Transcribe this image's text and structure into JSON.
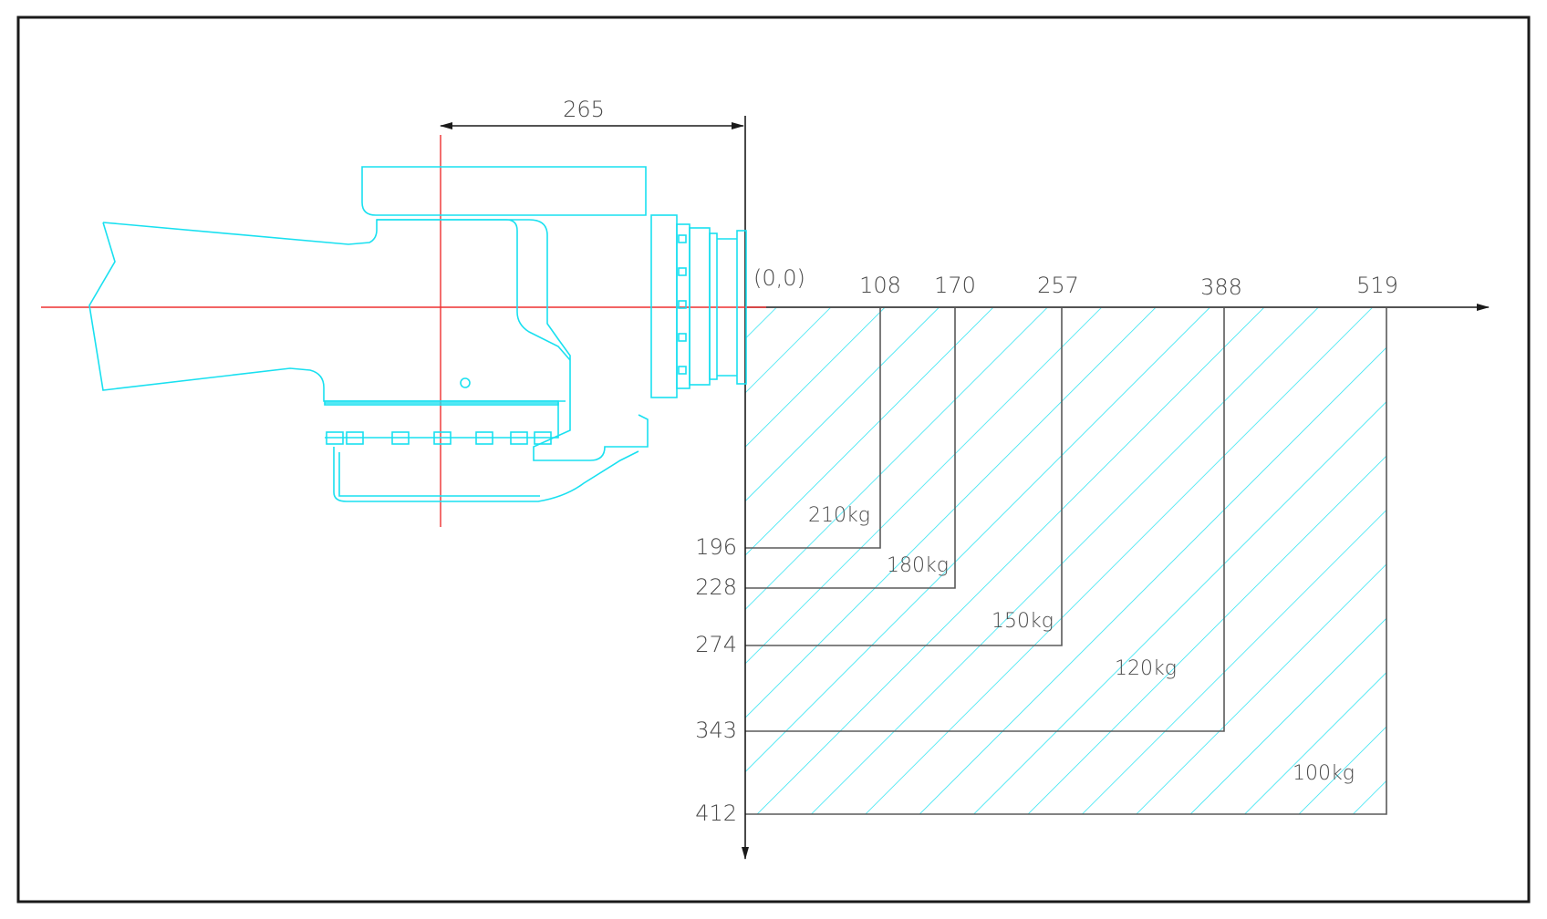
{
  "dimension": {
    "offset_label": "265"
  },
  "origin_label": "(0,0)",
  "x_ticks": [
    "108",
    "170",
    "257",
    "388",
    "519"
  ],
  "y_ticks": [
    "196",
    "228",
    "274",
    "343",
    "412"
  ],
  "zones": [
    {
      "label": "210kg",
      "x_extent": 108,
      "y_extent": 196
    },
    {
      "label": "180kg",
      "x_extent": 170,
      "y_extent": 228
    },
    {
      "label": "150kg",
      "x_extent": 257,
      "y_extent": 274
    },
    {
      "label": "120kg",
      "x_extent": 388,
      "y_extent": 343
    },
    {
      "label": "100kg",
      "x_extent": 519,
      "y_extent": 412
    }
  ],
  "colors": {
    "part": "#19e0f0",
    "hatch": "#19e0f0",
    "centerline": "#ee3030",
    "lines": "#5a5a5a",
    "text": "#4a4a4a"
  }
}
